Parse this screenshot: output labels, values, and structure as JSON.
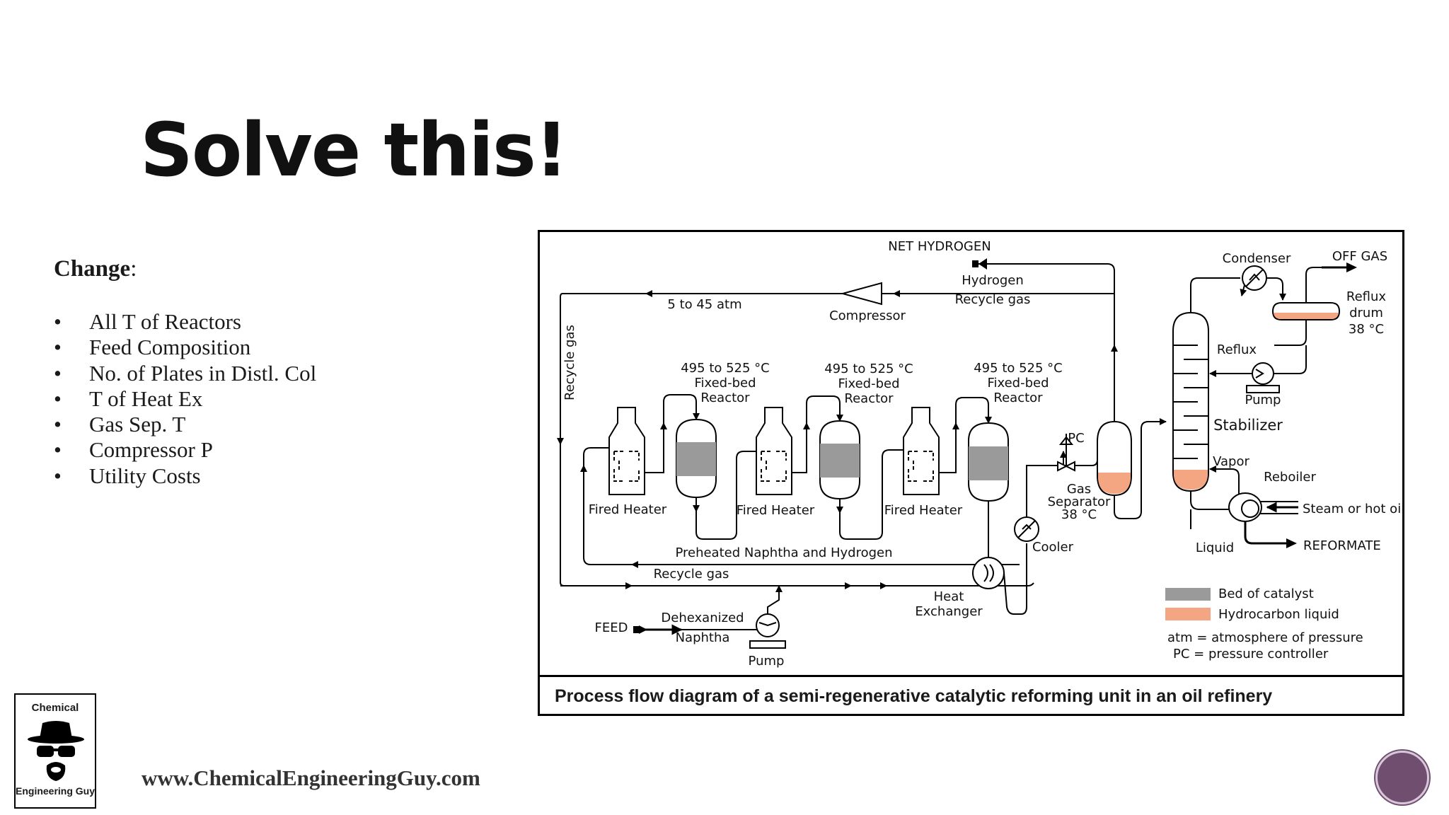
{
  "slide": {
    "title": "Solve this!",
    "change_label": "Change",
    "change_colon": ":",
    "bullets": [
      "All T of Reactors",
      "Feed Composition",
      "No. of Plates in Distl. Col",
      "T of Heat Ex",
      "Gas Sep. T",
      "Compressor P",
      "Utility Costs"
    ],
    "website": "www.ChemicalEngineeringGuy.com"
  },
  "logo": {
    "line1": "Chemical",
    "line2": "Engineering Guy"
  },
  "diagram": {
    "caption": "Process flow diagram of a semi-regenerative catalytic reforming unit in an oil refinery",
    "net_hydrogen": "NET HYDROGEN",
    "hydrogen": "Hydrogen",
    "recycle_gas": "Recycle gas",
    "pressure_range": "5 to 45 atm",
    "compressor": "Compressor",
    "recycle_gas_vertical": "Recycle gas",
    "reactor_temp": "495 to 525 °C",
    "fixed_bed": "Fixed-bed",
    "reactor": "Reactor",
    "fired_heater": "Fired Heater",
    "preheated": "Preheated Naphtha and Hydrogen",
    "recycle_gas_bottom": "Recycle gas",
    "heat": "Heat",
    "exchanger": "Exchanger",
    "feed": "FEED",
    "dehexanized": "Dehexanized",
    "naphtha": "Naphtha",
    "pump": "Pump",
    "pc": "PC",
    "gas": "Gas",
    "separator": "Separator",
    "temp_38": "38 °C",
    "cooler": "Cooler",
    "condenser": "Condenser",
    "off_gas": "OFF GAS",
    "reflux_word": "Reflux",
    "drum": "drum",
    "reflux": "Reflux",
    "stabilizer": "Stabilizer",
    "vapor": "Vapor",
    "reboiler": "Reboiler",
    "steam": "Steam or hot oil",
    "liquid": "Liquid",
    "reformate": "REFORMATE",
    "legend_catalyst": "Bed of catalyst",
    "legend_liquid": "Hydrocarbon liquid",
    "atm_note": "atm = atmosphere of pressure",
    "pc_note": "PC = pressure controller",
    "colors": {
      "catalyst": "#9a9a9a",
      "liquid": "#f4a582"
    }
  }
}
